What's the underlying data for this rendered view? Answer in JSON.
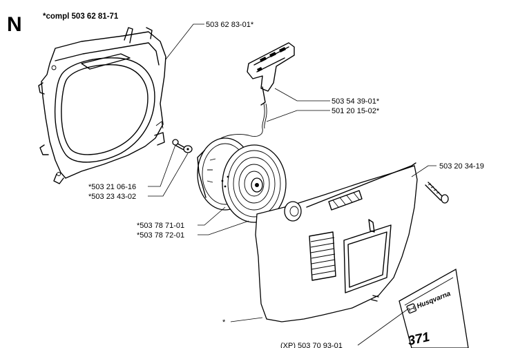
{
  "diagram": {
    "section_letter": "N",
    "assembly_title": "*compl 503 62 81-71",
    "callouts": [
      {
        "id": "fan-housing",
        "text": "503 62 83-01*"
      },
      {
        "id": "starter-handle",
        "text": "503 54 39-01*"
      },
      {
        "id": "starter-cord",
        "text": "501 20 15-02*"
      },
      {
        "id": "cover-screw",
        "text": "503 20 34-19"
      },
      {
        "id": "pulley-screw",
        "text": "*503 21 06-16"
      },
      {
        "id": "washer",
        "text": "*503 23 43-02"
      },
      {
        "id": "pulley",
        "text": "*503 78 71-01"
      },
      {
        "id": "pulley-alt",
        "text": "*503 78 72-01"
      },
      {
        "id": "starter-cover",
        "text": "*"
      },
      {
        "id": "decal",
        "text": "(XP) 503 70 93-01"
      }
    ],
    "decal_brand": "Husqvarna",
    "decal_model": "371"
  }
}
